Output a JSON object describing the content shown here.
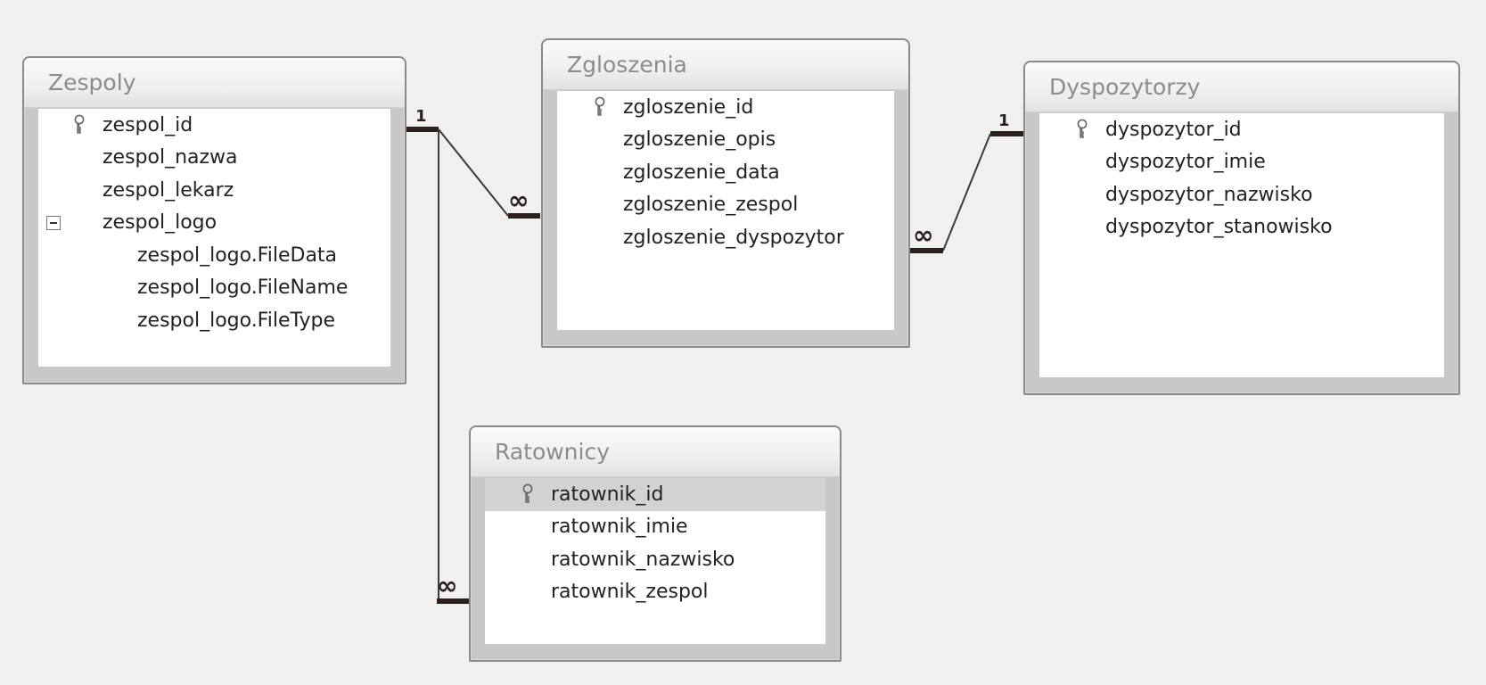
{
  "tables": {
    "zespoly": {
      "title": "Zespoly",
      "fields": {
        "id": "zespol_id",
        "nazwa": "zespol_nazwa",
        "lekarz": "zespol_lekarz",
        "logo": "zespol_logo",
        "logo_filedata": "zespol_logo.FileData",
        "logo_filename": "zespol_logo.FileName",
        "logo_filetype": "zespol_logo.FileType"
      }
    },
    "zgloszenia": {
      "title": "Zgloszenia",
      "fields": {
        "id": "zgloszenie_id",
        "opis": "zgloszenie_opis",
        "data": "zgloszenie_data",
        "zespol": "zgloszenie_zespol",
        "dyspozytor": "zgloszenie_dyspozytor"
      }
    },
    "dyspozytorzy": {
      "title": "Dyspozytorzy",
      "fields": {
        "id": "dyspozytor_id",
        "imie": "dyspozytor_imie",
        "nazwisko": "dyspozytor_nazwisko",
        "stanowisko": "dyspozytor_stanowisko"
      }
    },
    "ratownicy": {
      "title": "Ratownicy",
      "fields": {
        "id": "ratownik_id",
        "imie": "ratownik_imie",
        "nazwisko": "ratownik_nazwisko",
        "zespol": "ratownik_zespol"
      }
    }
  },
  "relationships": {
    "zespoly_zgloszenia": {
      "one": "1",
      "many": "∞"
    },
    "zespoly_ratownicy": {
      "one": "1",
      "many": "∞"
    },
    "dyspozytorzy_zgloszenia": {
      "one": "1",
      "many": "∞"
    }
  },
  "colors": {
    "background": "#f0f0f0",
    "title_text": "#8c8c8c",
    "field_text": "#222222",
    "selected_row": "#d2d2d2",
    "relation_end": "#2a211e"
  },
  "icons": {
    "primary_key": "key-icon",
    "expand_collapse": "collapse-icon"
  }
}
